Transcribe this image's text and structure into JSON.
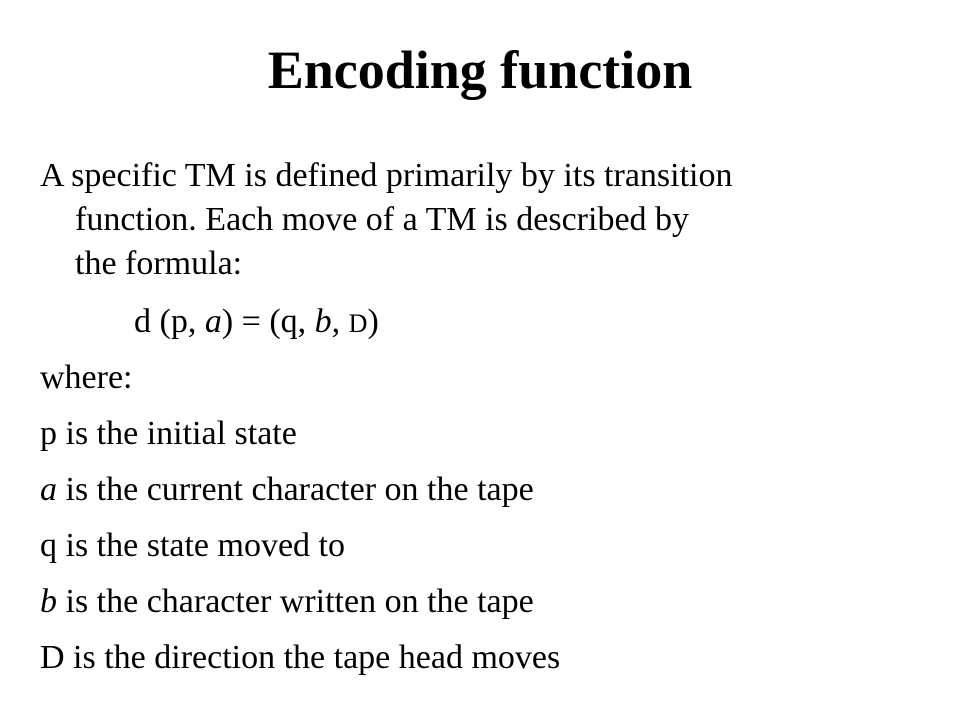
{
  "title": "Encoding function",
  "intro": {
    "line1": "A specific TM is defined primarily by its transition",
    "line2": "function.  Each move of a TM is described by",
    "line3": "the formula:"
  },
  "formula": {
    "p1": "d (p, ",
    "a": "a",
    "p2": ") = (q, ",
    "b": "b",
    "p3": ", ",
    "D": "D",
    "p4": ")"
  },
  "where_label": "where:",
  "definitions": {
    "p": {
      "text": "p is the initial state"
    },
    "a": {
      "var": "a",
      "rest": " is the current character on the tape"
    },
    "q": {
      "text": "q is the state moved to"
    },
    "b": {
      "var": "b",
      "rest": " is the character written on the tape"
    },
    "D": {
      "text": "D is the direction the tape head moves"
    }
  }
}
